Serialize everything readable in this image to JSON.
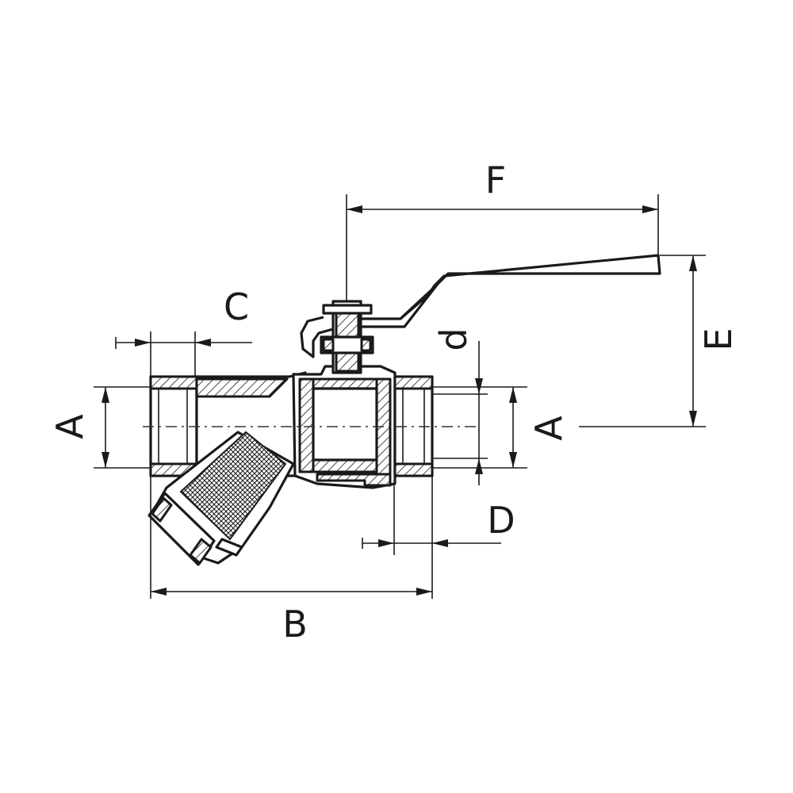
{
  "labels": {
    "A_left": "A",
    "A_right": "A",
    "B": "B",
    "C": "C",
    "D": "D",
    "d": "d",
    "E": "E",
    "F": "F"
  },
  "colors": {
    "line": "#1a1a1a",
    "background": "#ffffff"
  }
}
